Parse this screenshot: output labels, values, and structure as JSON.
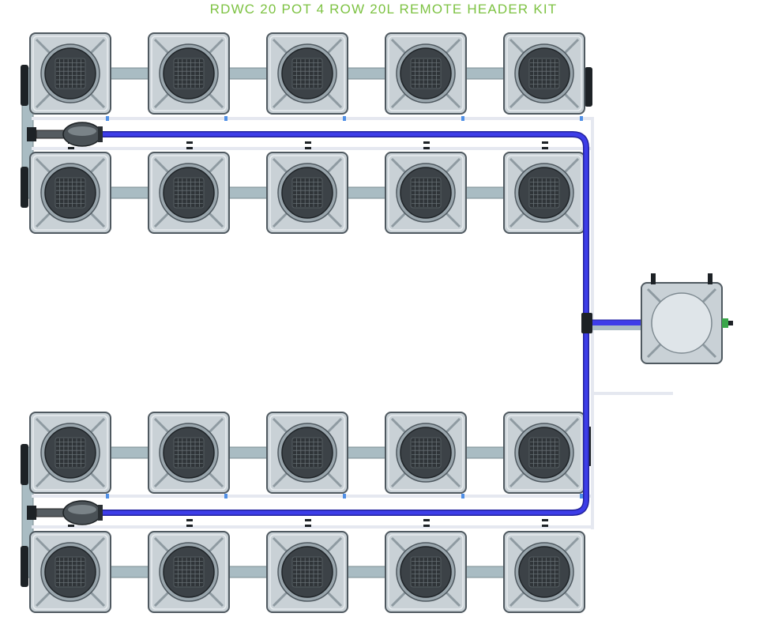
{
  "title": "RDWC 20 POT 4 ROW 20L REMOTE HEADER KIT",
  "colors": {
    "title": "#7dc242",
    "pot_body": "#c9d1d6",
    "pot_edge": "#4f5960",
    "lid_dark": "#3c4247",
    "mesh": "#2f3438",
    "pipe_grey": "#a9bcc3",
    "pipe_dark": "#1d2226",
    "hose_blue": "#3d3de8",
    "hose_light": "#e5e8f0",
    "clip_blue": "#4f8fe6",
    "header_lid": "#dfe5e9",
    "valve_green": "#3aa64a"
  },
  "layout": {
    "rows": 4,
    "pots_per_row": 5,
    "total_pots": 20,
    "pot_size_litres": 20
  },
  "components": {
    "pots": "grow-pot",
    "remote_header": "header-tank",
    "return_line": "blue-return-hose",
    "pumps": "inline-pump"
  }
}
